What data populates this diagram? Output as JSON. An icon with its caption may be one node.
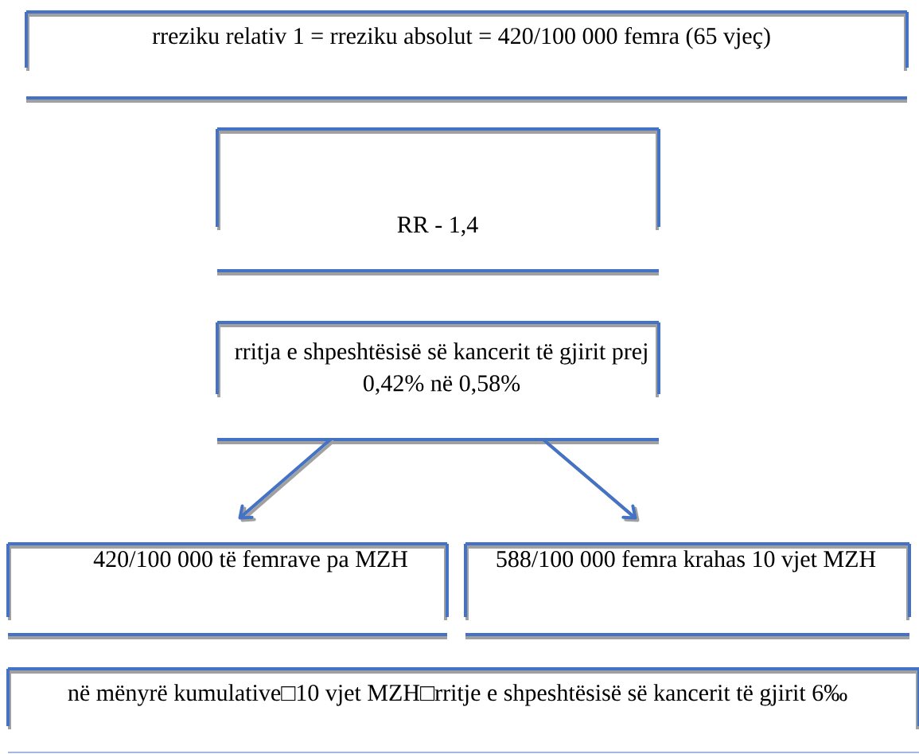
{
  "diagram": {
    "nodes": [
      {
        "text": [
          "rreziku relativ 1 = rreziku absolut = 420/100 000 femra (65 vjeç)"
        ]
      },
      {
        "text": [
          "RR - 1,4"
        ]
      },
      {
        "text": [
          "rritja e shpeshtësisë së kancerit të gjirit prej 0,42% në 0,58%"
        ]
      },
      {
        "text": [
          "420/100 000 të femrave pa MZH"
        ]
      },
      {
        "text": [
          "588/100 000 femra krahas 10 vjet MZH"
        ]
      },
      {
        "text": [
          "në mënyrë kumulative□10 vjet MZH□rritje e shpeshtësisë së kancerit të gjirit 6‰"
        ]
      }
    ],
    "edges": [
      {
        "from": 2,
        "to": 3,
        "arrow": "to"
      },
      {
        "from": 2,
        "to": 4,
        "arrow": "to"
      }
    ]
  }
}
